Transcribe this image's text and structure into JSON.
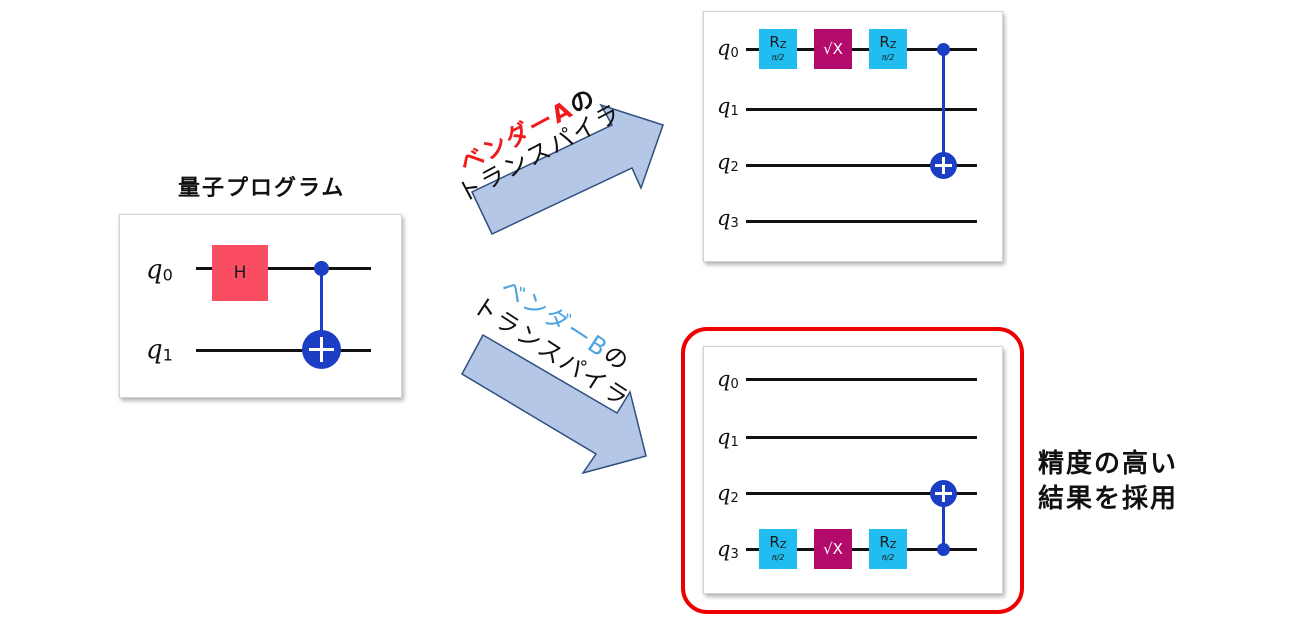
{
  "left": {
    "title": "量子プログラム",
    "qubits": [
      "q",
      "q"
    ],
    "qubit_indices": [
      "0",
      "1"
    ],
    "gates": {
      "h": "H"
    }
  },
  "arrow_a": {
    "vendor": "ベンダーA",
    "suffix": "の",
    "line2": "トランスパイラ",
    "vendor_color": "#ee1c1c"
  },
  "arrow_b": {
    "vendor": "ベンダーB",
    "suffix": "の",
    "line2": "トランスパイラ",
    "vendor_color": "#4da3e0"
  },
  "circuit_a": {
    "qubits": [
      "q",
      "q",
      "q",
      "q"
    ],
    "qubit_indices": [
      "0",
      "1",
      "2",
      "3"
    ],
    "gates": [
      {
        "type": "rz",
        "label": "R",
        "sub": "Z",
        "param": "π/2"
      },
      {
        "type": "sx",
        "label": "√X"
      },
      {
        "type": "rz",
        "label": "R",
        "sub": "Z",
        "param": "π/2"
      }
    ],
    "cnot": {
      "control": "q0",
      "target": "q2"
    }
  },
  "circuit_b": {
    "qubits": [
      "q",
      "q",
      "q",
      "q"
    ],
    "qubit_indices": [
      "0",
      "1",
      "2",
      "3"
    ],
    "gates": [
      {
        "type": "rz",
        "label": "R",
        "sub": "Z",
        "param": "π/2"
      },
      {
        "type": "sx",
        "label": "√X"
      },
      {
        "type": "rz",
        "label": "R",
        "sub": "Z",
        "param": "π/2"
      }
    ],
    "cnot": {
      "control": "q3",
      "target": "q2"
    }
  },
  "result_caption": {
    "line1": "精度の高い",
    "line2": "結果を採用"
  },
  "colors": {
    "highlight_frame": "#ee0000",
    "arrow_fill": "#b4c7e7",
    "arrow_stroke": "#2f4f7f"
  }
}
